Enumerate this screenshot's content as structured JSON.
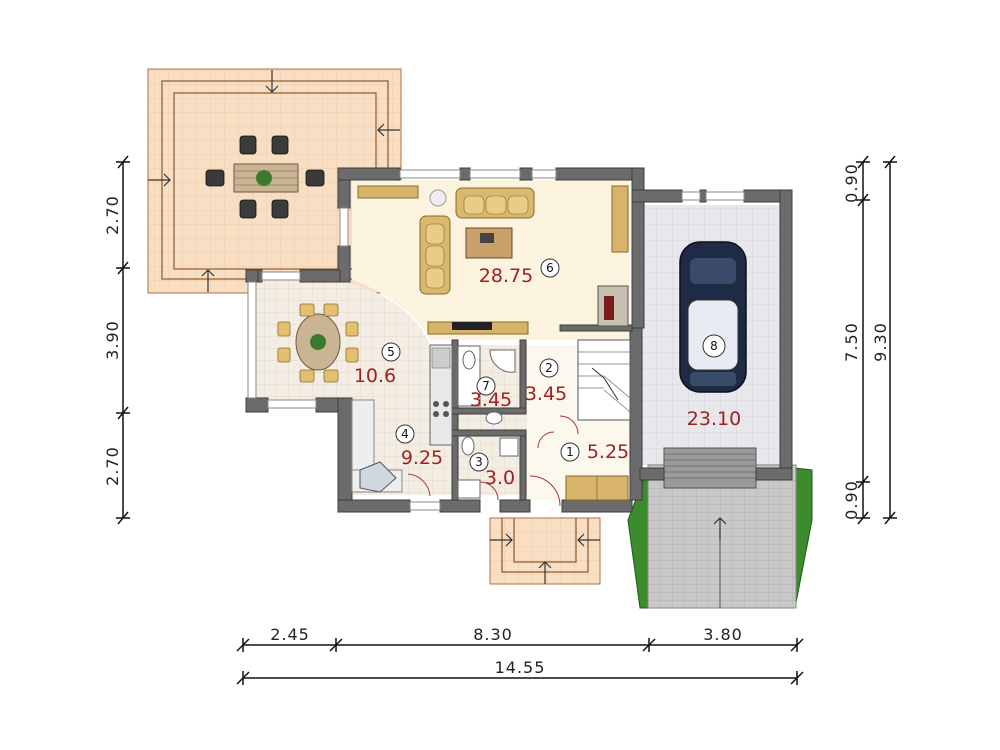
{
  "dimensions": {
    "left": [
      "2.70",
      "3.90",
      "2.70"
    ],
    "right_inner": [
      "0.90",
      "7.50",
      "0.90"
    ],
    "right_outer": "9.30",
    "bottom": [
      "2.45",
      "8.30",
      "3.80"
    ],
    "bottom_total": "14.55"
  },
  "rooms": [
    {
      "number": "1",
      "area": "5.25"
    },
    {
      "number": "2",
      "area": "3.45"
    },
    {
      "number": "3",
      "area": "3.0"
    },
    {
      "number": "4",
      "area": "9.25"
    },
    {
      "number": "5",
      "area": "10.6"
    },
    {
      "number": "6",
      "area": "28.75"
    },
    {
      "number": "7",
      "area": "3.45"
    },
    {
      "number": "8",
      "area": "23.10"
    }
  ],
  "colors": {
    "wall": "#6b6b6b",
    "terrace": "#f7dcc0",
    "living": "#fcf4de",
    "tile": "#f4efe6",
    "garage": "#e6e6ea",
    "driveway": "#c4c4c4",
    "lawn": "#3c8c2e",
    "area_text": "#a32020"
  }
}
